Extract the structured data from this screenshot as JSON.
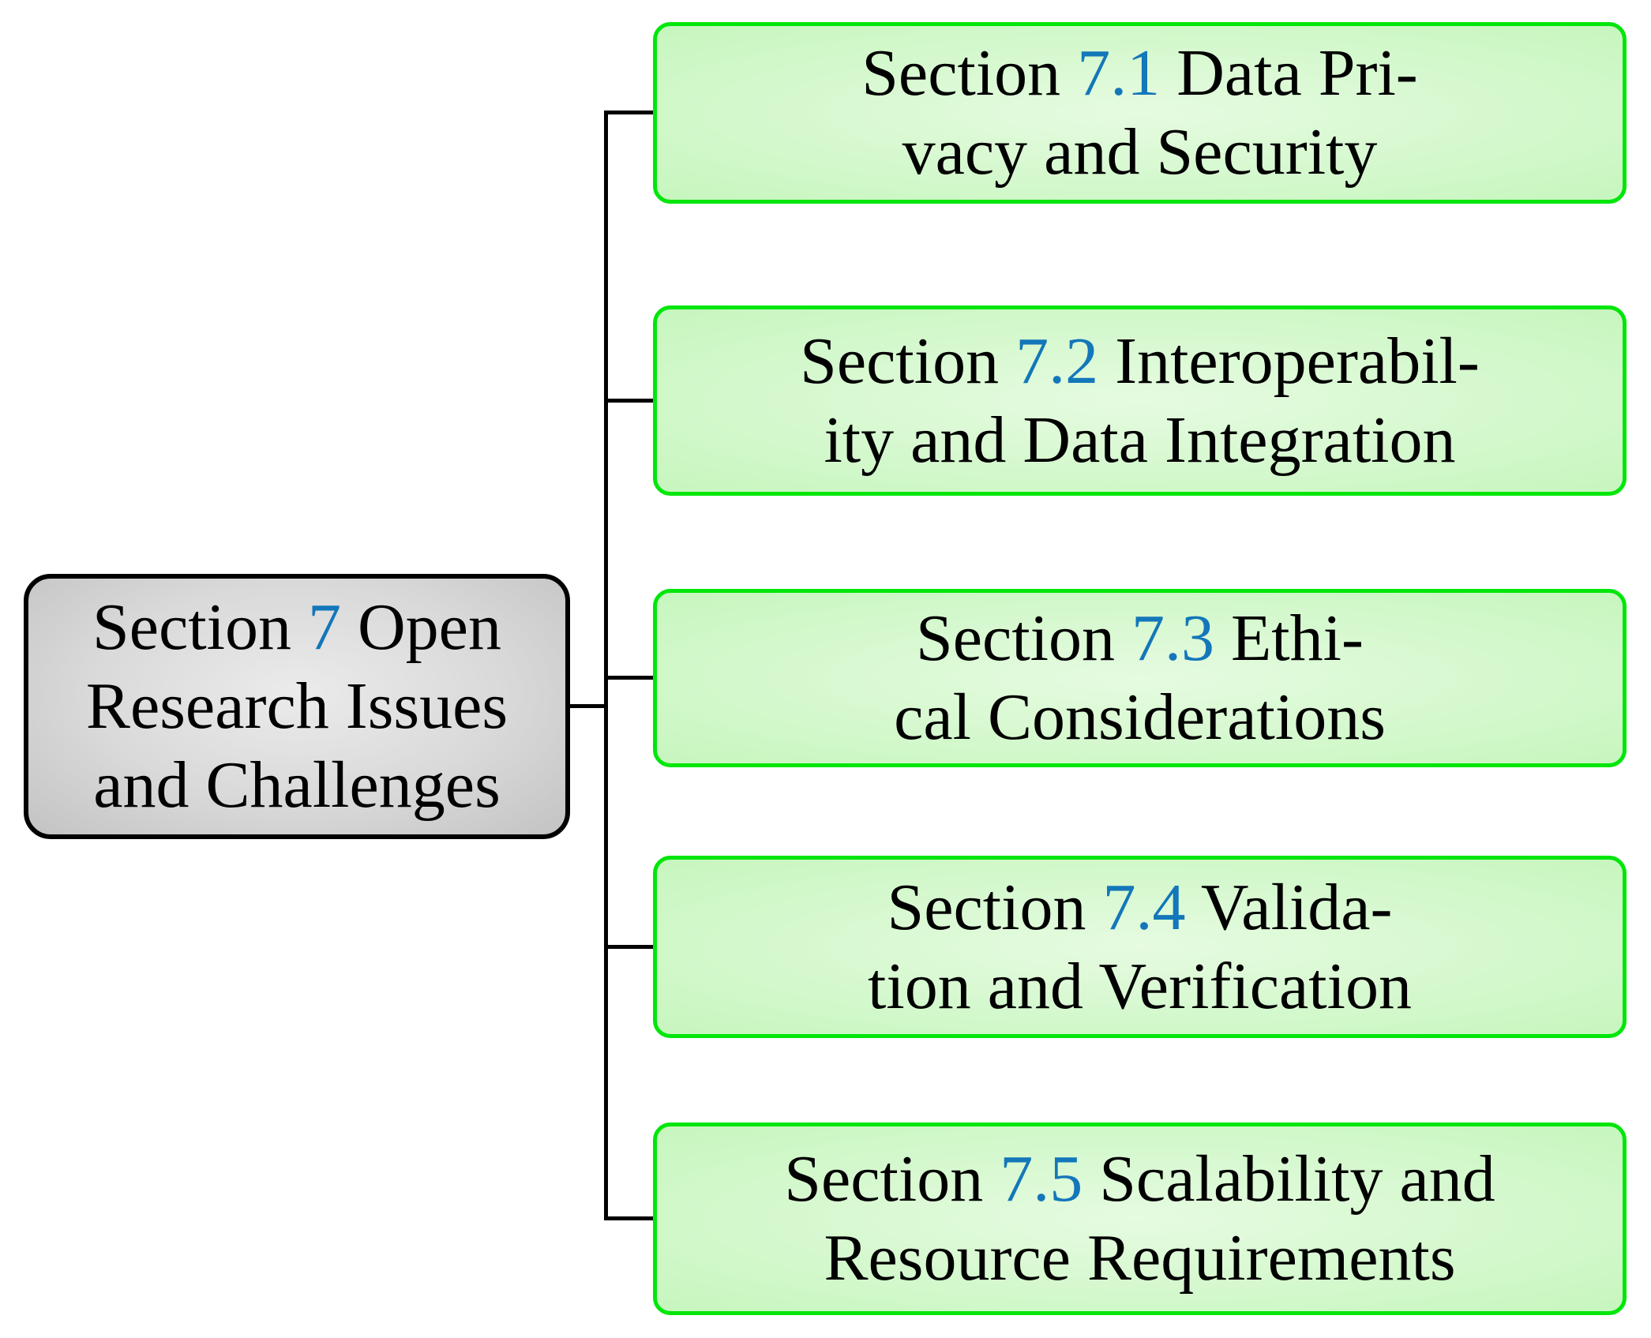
{
  "diagram": {
    "type": "section-tree",
    "root": {
      "id": "section-7",
      "lines": [
        [
          {
            "t": "Section "
          },
          {
            "t": "7",
            "num": true
          },
          {
            "t": " Open"
          }
        ],
        [
          {
            "t": "Research Issues"
          }
        ],
        [
          {
            "t": "and Challenges"
          }
        ]
      ],
      "full_text": "Section 7 Open Research Issues and Challenges"
    },
    "children": [
      {
        "id": "section-7-1",
        "number": "7.1",
        "lines": [
          [
            {
              "t": "Section "
            },
            {
              "t": "7.1",
              "num": true
            },
            {
              "t": " Data Pri-"
            }
          ],
          [
            {
              "t": "vacy and Security"
            }
          ]
        ],
        "full_text": "Section 7.1 Data Privacy and Security"
      },
      {
        "id": "section-7-2",
        "number": "7.2",
        "lines": [
          [
            {
              "t": "Section "
            },
            {
              "t": "7.2",
              "num": true
            },
            {
              "t": " Interoperabil-"
            }
          ],
          [
            {
              "t": "ity and Data Integration"
            }
          ]
        ],
        "full_text": "Section 7.2 Interoperability and Data Integration"
      },
      {
        "id": "section-7-3",
        "number": "7.3",
        "lines": [
          [
            {
              "t": "Section "
            },
            {
              "t": "7.3",
              "num": true
            },
            {
              "t": " Ethi-"
            }
          ],
          [
            {
              "t": "cal Considerations"
            }
          ]
        ],
        "full_text": "Section 7.3 Ethical Considerations"
      },
      {
        "id": "section-7-4",
        "number": "7.4",
        "lines": [
          [
            {
              "t": "Section "
            },
            {
              "t": "7.4",
              "num": true
            },
            {
              "t": " Valida-"
            }
          ],
          [
            {
              "t": "tion and Verification"
            }
          ]
        ],
        "full_text": "Section 7.4 Validation and Verification"
      },
      {
        "id": "section-7-5",
        "number": "7.5",
        "lines": [
          [
            {
              "t": "Section "
            },
            {
              "t": "7.5",
              "num": true
            },
            {
              "t": " Scalability and"
            }
          ],
          [
            {
              "t": "Resource Requirements"
            }
          ]
        ],
        "full_text": "Section 7.5 Scalability and Resource Requirements"
      }
    ],
    "colors": {
      "background": "#ffffff",
      "text": "#000000",
      "section_number_blue": "#1377b9",
      "edge": "#000000",
      "root_border": "#000000",
      "root_fill_center": "#ebebeb",
      "root_fill_mid": "#d9d9d9",
      "root_fill_edge": "#c3c3c3",
      "child_border": "#00e60a",
      "child_fill_center": "#e6fbe1",
      "child_fill_mid": "#d3f8cc",
      "child_fill_edge": "#c7f6be"
    }
  }
}
